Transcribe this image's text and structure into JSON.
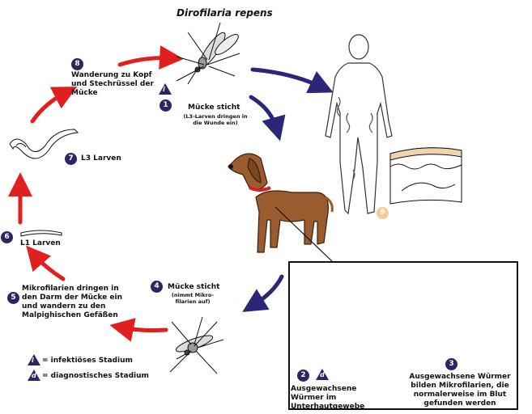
{
  "title": "Dirofilaria repens",
  "steps": [
    {
      "num": "1",
      "label": "Mücke sticht",
      "sub": "(L3-Larven dringen in die Wunde ein)"
    },
    {
      "num": "2",
      "label": "Ausgewachsene Würmer im Unterhautgewebe"
    },
    {
      "num": "3",
      "label": "Ausgewachsene Würmer bilden Mikrofilarien, die normalerweise im Blut gefunden werden"
    },
    {
      "num": "4",
      "label": "Mücke sticht",
      "sub": "(nimmt Mikro- filarien auf)"
    },
    {
      "num": "5",
      "label": "Mikrofilarien dringen in den Darm der Mücke ein und wandern zu den Malpighischen Gefäßen"
    },
    {
      "num": "6",
      "label": "L1 Larven"
    },
    {
      "num": "7",
      "label": "L3 Larven"
    },
    {
      "num": "8",
      "label": "Wanderung zu Kopf und Stechrüssel der Mücke"
    },
    {
      "num": "9",
      "label": ""
    }
  ],
  "legend": [
    {
      "symbol": "i",
      "text": "= infektiöses Stadium"
    },
    {
      "symbol": "d",
      "text": "= diagnostisches Stadium"
    }
  ],
  "colors": {
    "red_arrow": "#e02020",
    "blue_arrow": "#2b2678",
    "badge": "#2b2663",
    "badge_peach": "#f9c99a",
    "dog": "#9a5b2e",
    "collar": "#d42020"
  }
}
